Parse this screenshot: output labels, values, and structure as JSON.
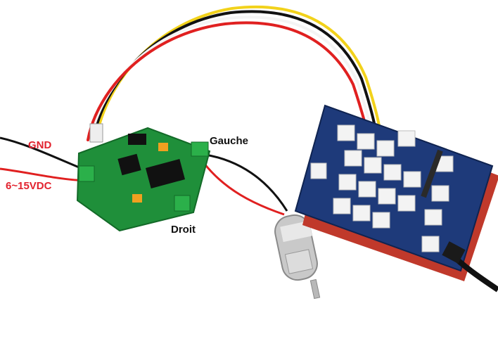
{
  "labels": {
    "gnd": "GND",
    "supply": "6~15VDC",
    "left": "Gauche",
    "right": "Droit"
  },
  "colors": {
    "background": "#ffffff",
    "label_red": "#e2222e",
    "label_dark": "#111111",
    "pcb_green": "#1f8f3a",
    "shield_blue": "#1e3a7a",
    "shield_red_base": "#c0392b",
    "wire_yellow": "#f2d21b",
    "wire_white": "#f4f4f4",
    "wire_red": "#e02020",
    "wire_black": "#111111"
  }
}
